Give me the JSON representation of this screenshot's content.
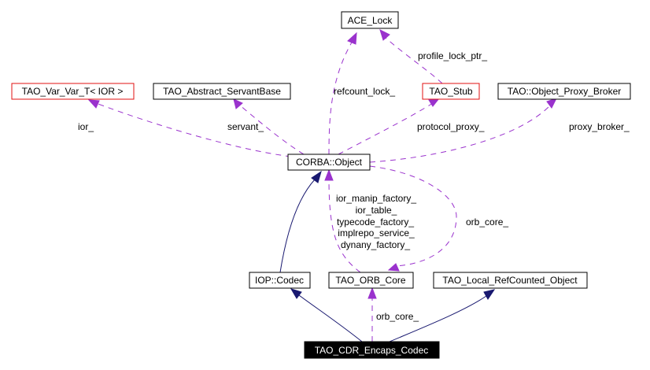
{
  "diagram": {
    "title": "TAO_CDR_Encaps_Codec collaboration graph",
    "colors": {
      "usage_edge": "#9a32cd",
      "inheritance_edge": "#191970",
      "undocumented_border": "#e01010",
      "node_border": "#000000",
      "focus_fill": "#000000",
      "focus_text": "#ffffff"
    },
    "nodes": {
      "ace_lock": {
        "label": "ACE_Lock"
      },
      "tao_var_var_t": {
        "label": "TAO_Var_Var_T< IOR >"
      },
      "tao_abstract_servantbase": {
        "label": "TAO_Abstract_ServantBase"
      },
      "tao_stub": {
        "label": "TAO_Stub"
      },
      "tao_object_proxy_broker": {
        "label": "TAO::Object_Proxy_Broker"
      },
      "corba_object": {
        "label": "CORBA::Object"
      },
      "iop_codec": {
        "label": "IOP::Codec"
      },
      "tao_orb_core": {
        "label": "TAO_ORB_Core"
      },
      "tao_local_refcounted_object": {
        "label": "TAO_Local_RefCounted_Object"
      },
      "tao_cdr_encaps_codec": {
        "label": "TAO_CDR_Encaps_Codec"
      }
    },
    "edge_labels": {
      "profile_lock_ptr": "profile_lock_ptr_",
      "refcount_lock": "refcount_lock_",
      "ior": "ior_",
      "servant": "servant_",
      "protocol_proxy": "protocol_proxy_",
      "proxy_broker": "proxy_broker_",
      "orb_core_loop": "orb_core_",
      "orb_core_members": [
        "ior_manip_factory_",
        "ior_table_",
        "typecode_factory_",
        "implrepo_service_",
        "dynany_factory_"
      ],
      "orb_core_bottom": "orb_core_"
    }
  }
}
